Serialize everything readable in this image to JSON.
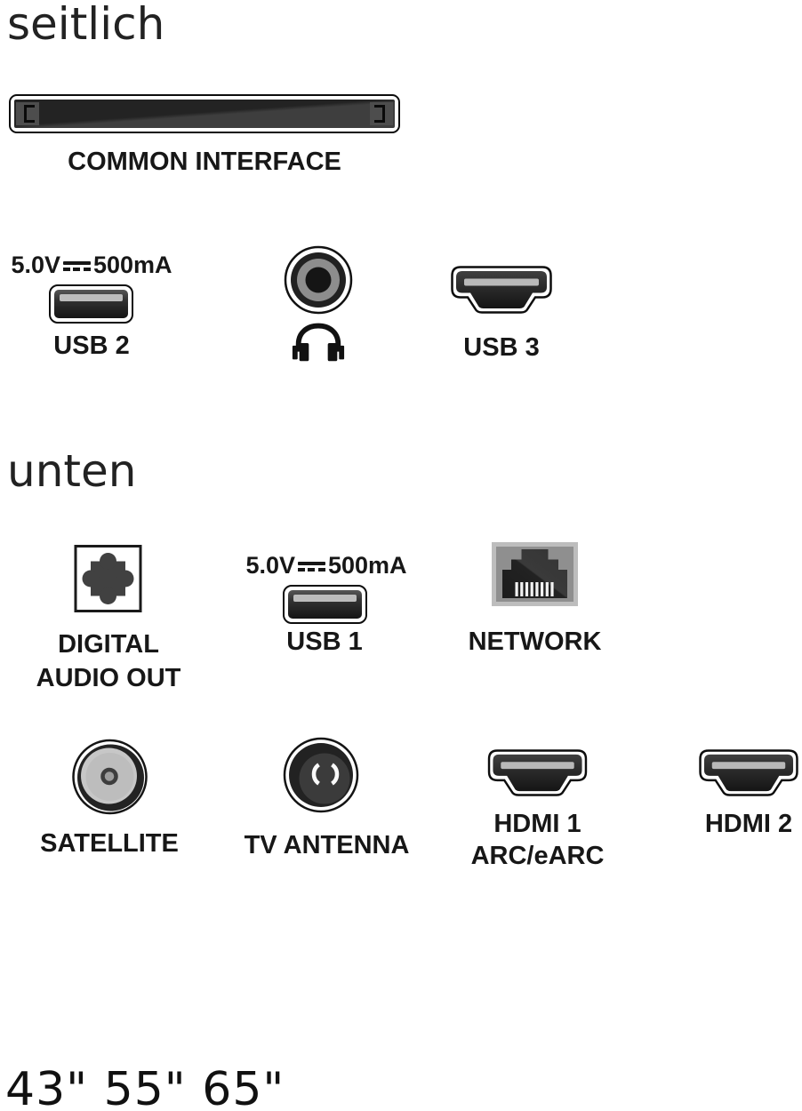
{
  "colors": {
    "text": "#1b1b1b",
    "port_body_dark": "#2b2b2b",
    "connector_bar_gray": "#bcbcbc",
    "background": "#ffffff"
  },
  "side_section": {
    "title": "seitlich",
    "common_interface": {
      "label": "COMMON INTERFACE"
    },
    "usb2": {
      "voltage": "5.0V",
      "current": "500mA",
      "label": "USB 2"
    },
    "usb3": {
      "label": "USB 3"
    }
  },
  "bottom_section": {
    "title": "unten",
    "digital_audio_out": {
      "label_line1": "DIGITAL",
      "label_line2": "AUDIO OUT"
    },
    "usb1": {
      "voltage": "5.0V",
      "current": "500mA",
      "label": "USB 1"
    },
    "network": {
      "label": "NETWORK"
    },
    "satellite": {
      "label": "SATELLITE"
    },
    "tv_antenna": {
      "label": "TV ANTENNA"
    },
    "hdmi1": {
      "label": "HDMI 1",
      "sublabel": "ARC/eARC"
    },
    "hdmi2": {
      "label": "HDMI 2"
    }
  },
  "footer": {
    "screen_sizes": "43\" 55\" 65\""
  }
}
